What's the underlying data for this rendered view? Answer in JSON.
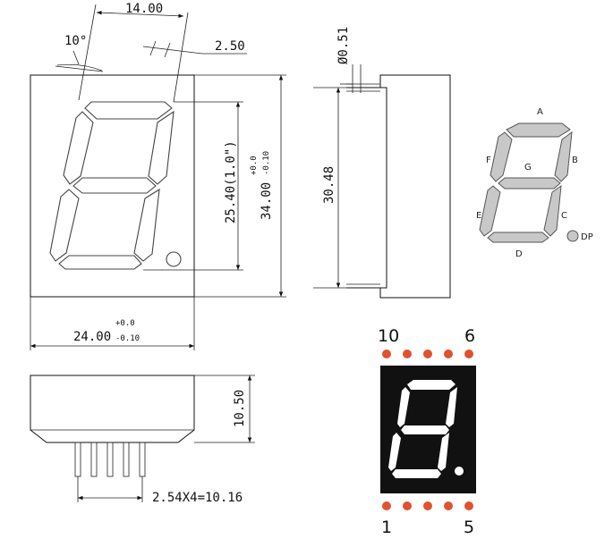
{
  "dimensions": {
    "digit_width": "14.00",
    "slant_angle": "10°",
    "segment_gap": "2.50",
    "pin_diameter": "Ø0.51",
    "digit_height": "25.40(1.0\")",
    "body_height": "34.00",
    "body_height_tol_plus": "+0.0",
    "body_height_tol_minus": "-0.10",
    "pin_span": "30.48",
    "body_width": "24.00",
    "body_width_tol_plus": "+0.0",
    "body_width_tol_minus": "-0.10",
    "body_depth": "10.50",
    "pin_pitch": "2.54X4=10.16"
  },
  "segment_labels": {
    "a": "A",
    "b": "B",
    "c": "C",
    "d": "D",
    "e": "E",
    "f": "F",
    "g": "G",
    "dp": "DP"
  },
  "pin_labels": {
    "top_left": "10",
    "top_right": "6",
    "bottom_left": "1",
    "bottom_right": "5"
  },
  "colors": {
    "pin": "#e0522e",
    "display_face": "#111111",
    "segment_fill": "#c8c8c8"
  }
}
